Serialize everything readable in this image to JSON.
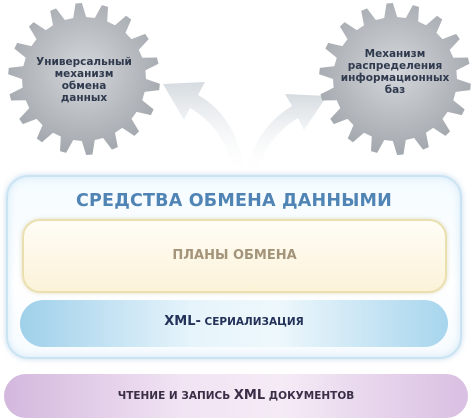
{
  "gears": {
    "left": "Универсальный\nмеханизм\nобмена\nданных",
    "right": "Механизм\nраспределения\nинформационных\nбаз"
  },
  "main": {
    "title": "СРЕДСТВА ОБМЕНА ДАННЫМИ",
    "plans": "ПЛАНЫ ОБМЕНА",
    "xml_prefix": "XML-",
    "xml_rest": " СЕРИАЛИЗАЦИЯ"
  },
  "bottom": {
    "prefix": "ЧТЕНИЕ И ЗАПИСЬ ",
    "xml": "XML",
    "suffix": " ДОКУМЕНТОВ"
  },
  "colors": {
    "gear": "#b8bcc2",
    "title": "#4f84b4",
    "arrow": "#dde2e6"
  },
  "icons": [
    "gear-icon",
    "arrow-icon"
  ]
}
